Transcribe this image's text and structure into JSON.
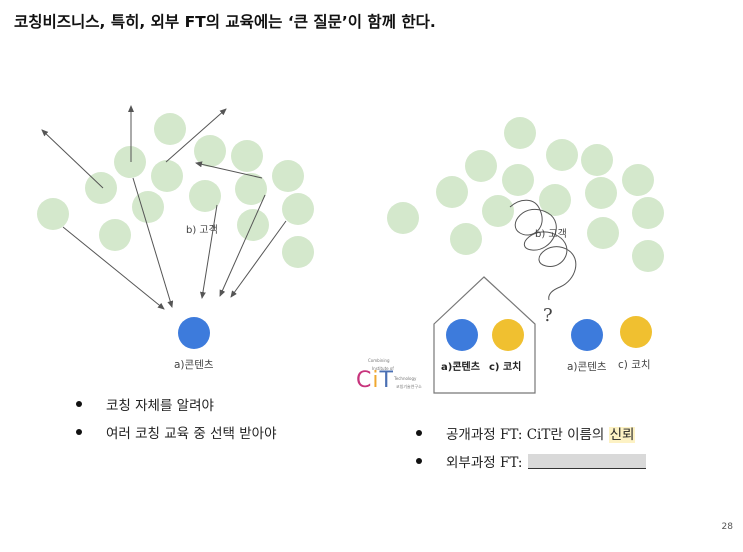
{
  "title": "코칭비즈니스, 특히, 외부 FT의 교육에는 ‘큰 질문’이 함께 한다.",
  "left_diagram": {
    "customer_label": "b) 고객",
    "content_label": "a)콘텐츠"
  },
  "right_diagram": {
    "customer_label": "b) 고객",
    "question_mark": "?",
    "house_content_label": "a)콘텐츠",
    "house_coach_label": "c) 코치",
    "outside_content_label": "a)콘텐츠",
    "outside_coach_label": "c) 코치"
  },
  "logo": {
    "letters": [
      "C",
      "i",
      "T"
    ],
    "small_lines": [
      "Combining",
      "Institute of",
      "Technology",
      "코칭기술연구소"
    ]
  },
  "bullets_left": [
    "코칭 자체를 알려야",
    "여러 코칭 교육 중 선택 받아야"
  ],
  "bullets_right": {
    "item1_prefix": "공개과정 FT: CiT란 이름의 ",
    "item1_highlight": "신뢰",
    "item2_prefix": "외부과정 FT:"
  },
  "page_number": "28",
  "colors": {
    "circle_green": "#d4e8cc",
    "content_blue": "#3d7bdc",
    "coach_yellow": "#f0c030",
    "house_stroke": "#777777",
    "arrow": "#555555"
  }
}
